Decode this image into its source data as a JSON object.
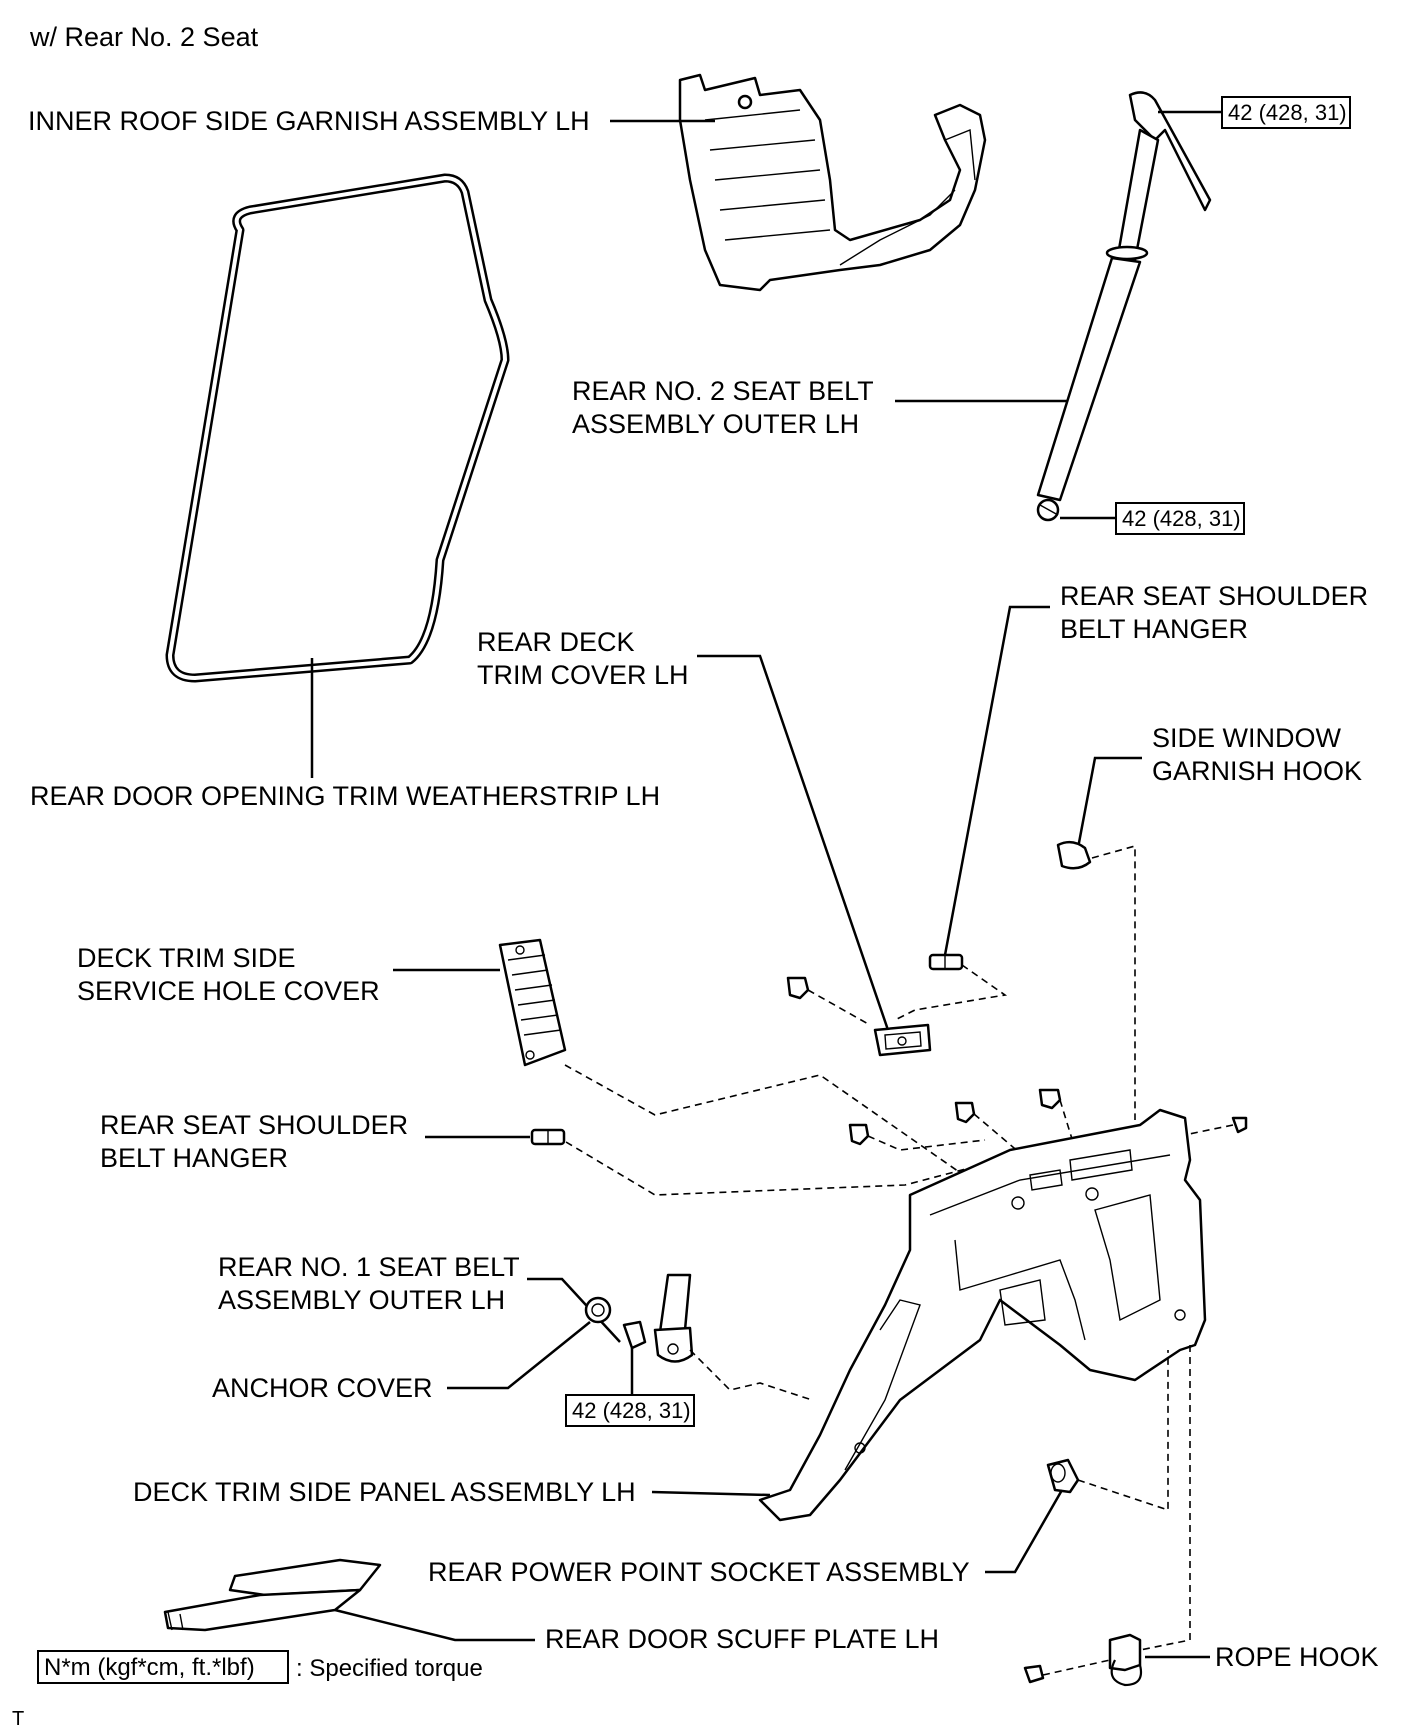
{
  "header": {
    "variant": "w/ Rear No. 2 Seat"
  },
  "labels": {
    "inner_roof_garnish": "INNER ROOF SIDE GARNISH ASSEMBLY LH",
    "seat_belt_no2_l1": "REAR NO. 2 SEAT BELT",
    "seat_belt_no2_l2": "ASSEMBLY OUTER LH",
    "shoulder_hanger_upper_l1": "REAR SEAT SHOULDER",
    "shoulder_hanger_upper_l2": "BELT HANGER",
    "deck_trim_cover_l1": "REAR DECK",
    "deck_trim_cover_l2": "TRIM COVER LH",
    "side_window_hook_l1": "SIDE WINDOW",
    "side_window_hook_l2": "GARNISH HOOK",
    "weatherstrip": "REAR DOOR OPENING TRIM WEATHERSTRIP LH",
    "service_hole_cover_l1": "DECK TRIM SIDE",
    "service_hole_cover_l2": "SERVICE HOLE COVER",
    "shoulder_hanger_lower_l1": "REAR SEAT SHOULDER",
    "shoulder_hanger_lower_l2": "BELT HANGER",
    "seat_belt_no1_l1": "REAR NO. 1 SEAT BELT",
    "seat_belt_no1_l2": "ASSEMBLY OUTER LH",
    "anchor_cover": "ANCHOR COVER",
    "side_panel": "DECK TRIM SIDE PANEL ASSEMBLY LH",
    "power_socket": "REAR POWER POINT SOCKET ASSEMBLY",
    "scuff_plate": "REAR DOOR SCUFF PLATE LH",
    "rope_hook": "ROPE HOOK"
  },
  "torque": {
    "belt_no2_upper": "42 (428, 31)",
    "belt_no2_lower": "42 (428, 31)",
    "belt_no1": "42 (428, 31)"
  },
  "legend": {
    "unit": "N*m (kgf*cm, ft.*lbf)",
    "description": ": Specified torque"
  },
  "footer": {
    "code": "T"
  }
}
